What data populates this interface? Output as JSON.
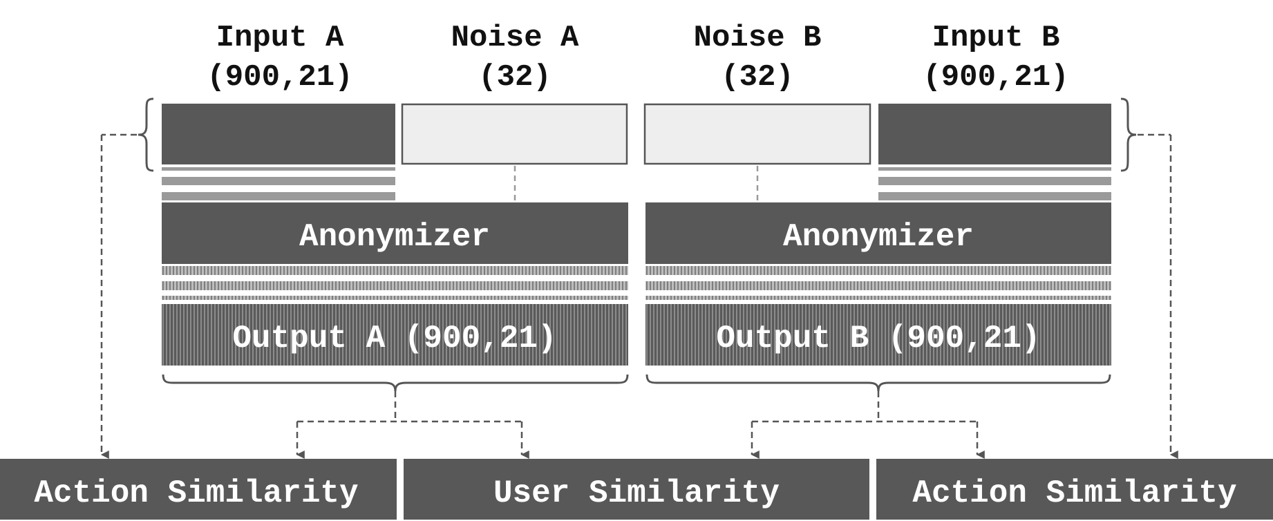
{
  "inputs": {
    "input_a": {
      "name": "Input A",
      "shape": "(900,21)"
    },
    "noise_a": {
      "name": "Noise A",
      "shape": "(32)"
    },
    "noise_b": {
      "name": "Noise B",
      "shape": "(32)"
    },
    "input_b": {
      "name": "Input B",
      "shape": "(900,21)"
    }
  },
  "anonymizer_a": {
    "label": "Anonymizer"
  },
  "anonymizer_b": {
    "label": "Anonymizer"
  },
  "output_a": {
    "label": "Output A (900,21)"
  },
  "output_b": {
    "label": "Output B (900,21)"
  },
  "losses": {
    "action_similarity_left": "Action Similarity",
    "user_similarity": "User Similarity",
    "action_similarity_right": "Action Similarity"
  },
  "colors": {
    "dark_block": "#585858",
    "light_block": "#eeeeee",
    "stripe": "#9a9a9a",
    "text_dark": "#111111",
    "text_light": "#ffffff",
    "connector": "#666666"
  }
}
